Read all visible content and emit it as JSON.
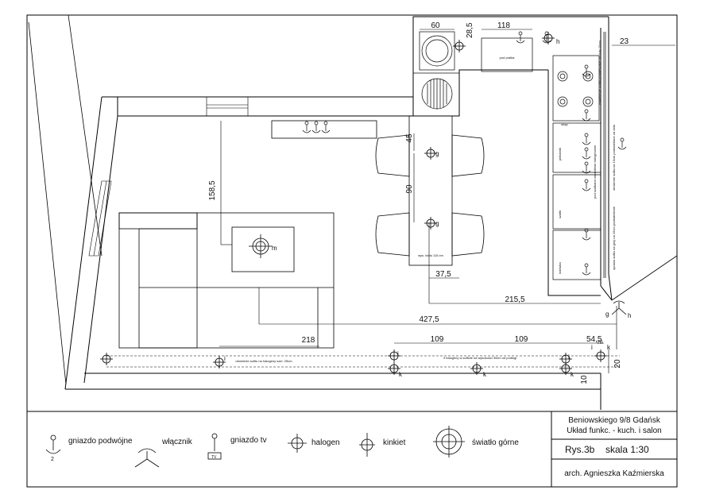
{
  "dimensions": {
    "d60": "60",
    "d28_5": "28,5",
    "d118": "118",
    "d23": "23",
    "d158_5": "158,5",
    "d45": "45",
    "d90": "90",
    "d37_5": "37,5",
    "d215_5": "215,5",
    "d427_5": "427,5",
    "d218": "218",
    "d109a": "109",
    "d109b": "109",
    "d54_5": "54,5",
    "d20": "20",
    "d10": "10"
  },
  "notes": {
    "pralka": "pod pralka",
    "table_width": "wys. blatu 115 cm",
    "halogen_row": "3 halogeny w sufficie na wysokości 30cm od podłogi",
    "obnizenie": "obniżenie sufitu na halogeny szer. 25cm",
    "okap": "okap",
    "szafki": "szafki",
    "piekarnik": "piekarnik",
    "lodowka": "lodówka",
    "cabinet_light": "pod szafkami oświetlenie halogenowe",
    "right_vertical_1": "oświetlenie szafki podwieszane od dołu 15cm",
    "right_vertical_2": "obniżenie sufitu na 15cm podświetlane od dołu",
    "right_vertical_3": "oprawa sufitu od góry na 15cm podświetlenie"
  },
  "symbol_letters": {
    "g": "g",
    "h": "h",
    "m": "m",
    "k": "k",
    "i": "i",
    "two": "2",
    "tv": "TV"
  },
  "legend": {
    "double_socket": "gniazdo podwójne",
    "switch": "włącznik",
    "tv_socket": "gniazdo tv",
    "halogen": "halogen",
    "wall_lamp": "kinkiet",
    "ceiling_light": "światło górne"
  },
  "title_block": {
    "address": "Beniowskiego 9/8 Gdańsk",
    "subtitle": "Układ funkc. - kuch. i salon",
    "drawing": "Rys.3b",
    "scale": "skala 1:30",
    "author": "arch. Agnieszka Kaźmierska"
  }
}
